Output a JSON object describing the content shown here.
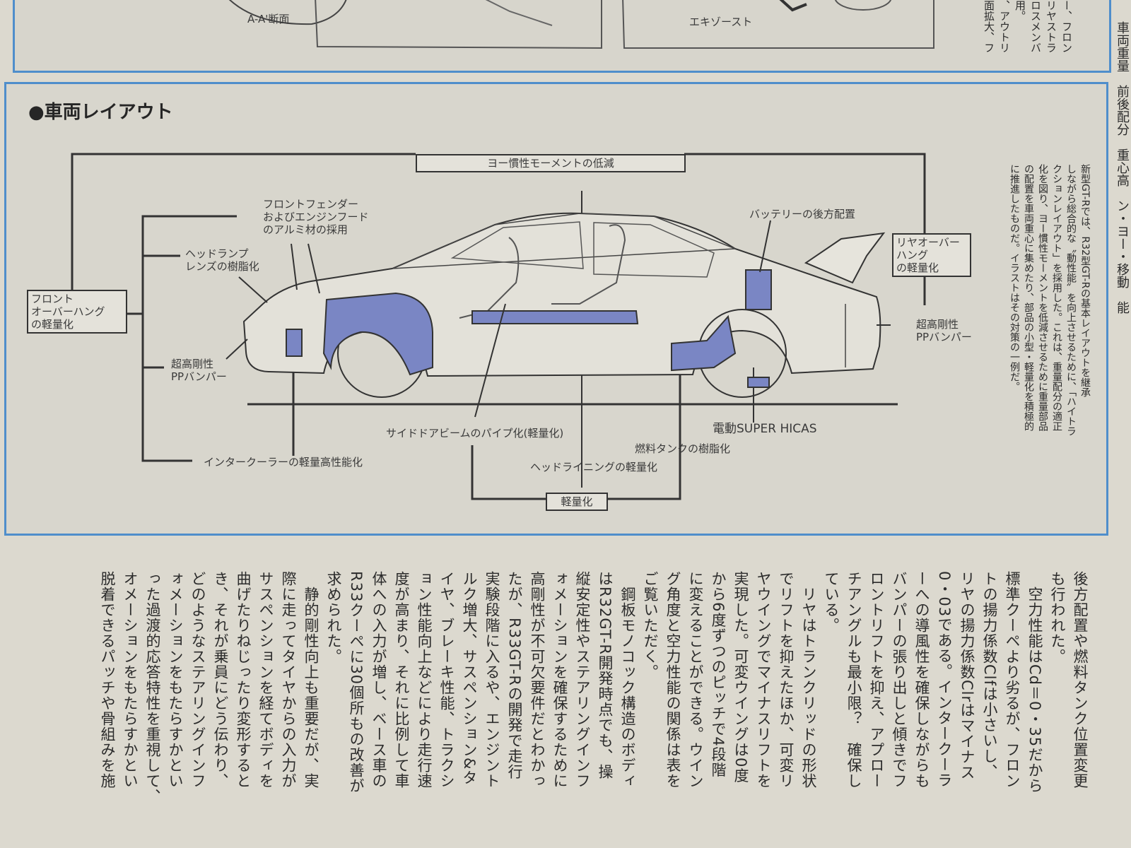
{
  "top_section": {
    "section_label": "A-A'断面",
    "exhaust_label": "エキゾースト",
    "right_text": [
      "ー、フロン",
      "リヤストラ",
      "ロスメンバ",
      "用。",
      "、アウトリ",
      "面拡大、フ"
    ]
  },
  "far_right_column": "車両重量　前後配分　重心高　ン・ヨー・移動　能",
  "layout_title": "●車両レイアウト",
  "diagram": {
    "yaw_moment": "ヨー慣性モーメントの低減",
    "front_fender": [
      "フロントフェンダー",
      "およびエンジンフード",
      "のアルミ材の採用"
    ],
    "headlamp": [
      "ヘッドランプ",
      "レンズの樹脂化"
    ],
    "front_overhang": [
      "フロント",
      "オーバーハング",
      "の軽量化"
    ],
    "front_bumper": [
      "超高剛性",
      "PPバンパー"
    ],
    "battery": "バッテリーの後方配置",
    "rear_overhang": [
      "リヤオーバー",
      "ハング",
      "の軽量化"
    ],
    "rear_bumper": [
      "超高剛性",
      "PPバンパー"
    ],
    "side_door_beam": "サイドドアビームのパイプ化(軽量化)",
    "intercooler": "インタークーラーの軽量高性能化",
    "super_hicas": "電動SUPER HICAS",
    "fuel_tank": "燃料タンクの樹脂化",
    "headlining": "ヘッドライニングの軽量化",
    "lightweight": "軽量化"
  },
  "side_note": [
    "新型GT-Rでは、R32型GT-Rの基本レイアウトを継承",
    "しながら総合的な〝動性能〟を向上させるために、「ハイトラ",
    "クションレイアウト」を採用した。これは、重量配分の適正",
    "化を図り、ヨー慣性モーメントを低減させるために重量部品",
    "の配置を車両重心に集めたり、部品の小型・軽量化を積極的",
    "に推進したものだ。イラストはその対策の一例だ。"
  ],
  "body_columns": [
    "後方配置や燃料タンク位置変更",
    "も行われた。",
    "　空力性能はCd＝0・35だから",
    "標準クーペより劣るが、フロン",
    "トの揚力係数Clfは小さいし、",
    "リヤの揚力係数Clrはマイナス",
    "0・03である。インタークーラ",
    "ーへの導風性を確保しながらも",
    "バンパーの張り出しと傾きでフ",
    "ロントリフトを抑え、アプロー",
    "チアングルも最小限？　確保し",
    "ている。",
    "　リヤはトランクリッドの形状",
    "でリフトを抑えたほか、可変リ",
    "ヤウイングでマイナスリフトを",
    "実現した。可変ウイングは0度",
    "から6度ずつのピッチで4段階",
    "に変えることができる。ウイン",
    "グ角度と空力性能の関係は表を",
    "ご覧いただく。",
    "　鋼板モノコック構造のボディ",
    "はR32GT-R開発時点でも、操",
    "縦安定性やステアリングインフ",
    "ォメーションを確保するために",
    "高剛性が不可欠要件だとわかっ",
    "たが、R33GT-Rの開発で走行",
    "実験段階に入るや、エンジント",
    "ルク増大、サスペンション&タ",
    "イヤ、ブレーキ性能、トラクシ",
    "ョン性能向上などにより走行速",
    "度が高まり、それに比例して車",
    "体への入力が増し、ベース車の",
    "R33クーペに30個所もの改善が",
    "求められた。",
    "　静的剛性向上も重要だが、実",
    "際に走ってタイヤからの入力が",
    "サスペンションを経てボディを",
    "曲げたりねじったり変形すると",
    "き、それが乗員にどう伝わり、",
    "どのようなステアリングインフ",
    "ォメーションをもたらすかとい",
    "った過渡的応答特性を重視して、",
    "オメーションをもたらすかとい",
    "脱着できるパッチや骨組みを施"
  ],
  "colors": {
    "frame_blue": "#4f8ecb",
    "part_blue": "#7a86c4",
    "paper": "#d8d6cd"
  }
}
